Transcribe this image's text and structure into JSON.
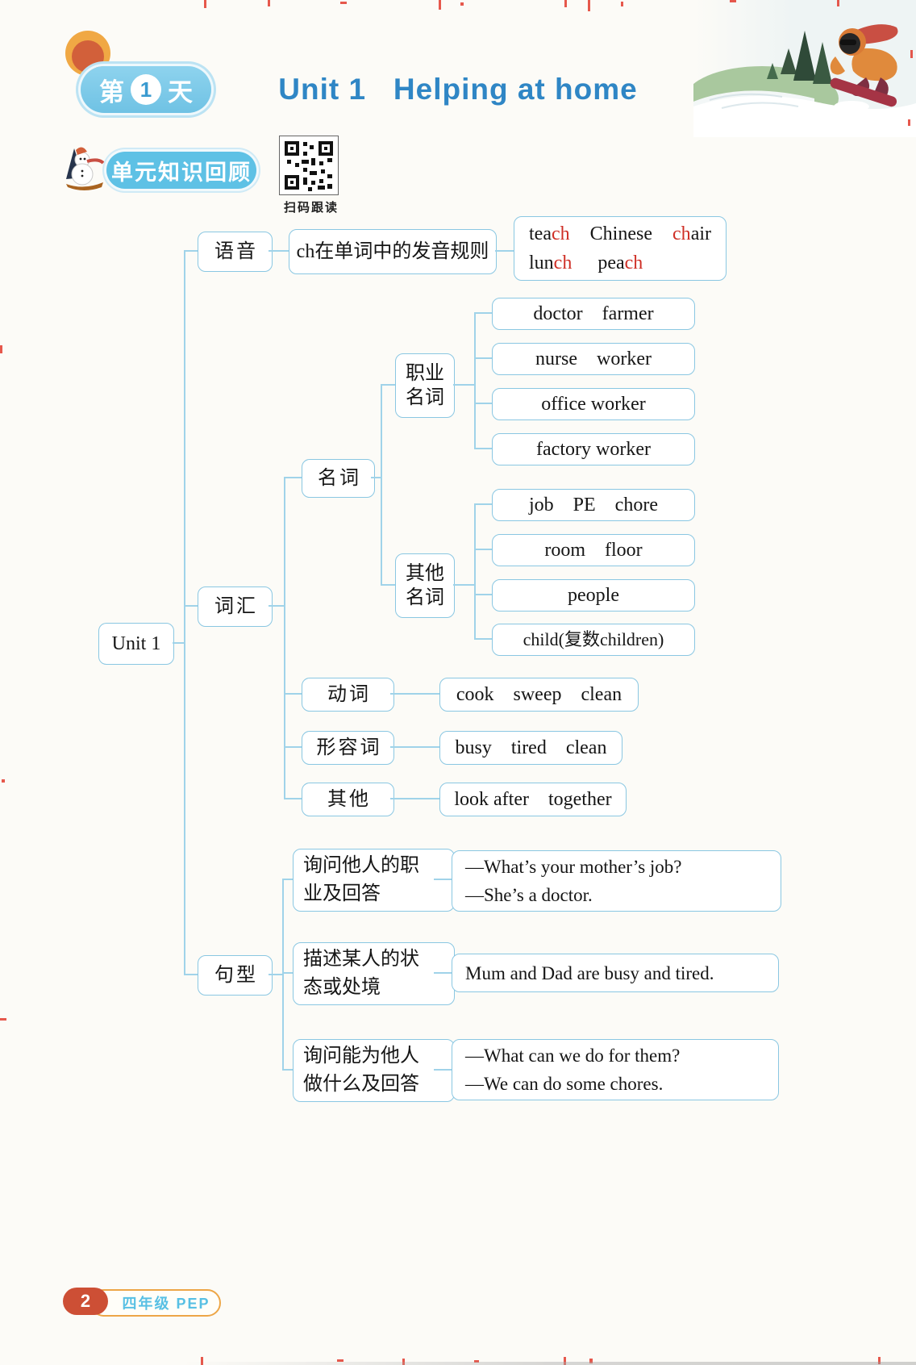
{
  "header": {
    "day_badge": {
      "first": "第",
      "num": "1",
      "last": "天"
    },
    "title": "Unit 1   Helping at home",
    "section_label": "单元知识回顾",
    "qr_caption": "扫码跟读"
  },
  "mindmap": {
    "root": "Unit 1",
    "phonics": {
      "branch": "语音",
      "rule": "ch在单词中的发音规则",
      "line1": [
        {
          "pre": "tea",
          "hl": "ch",
          "post": ""
        },
        {
          "pre": "Chinese",
          "hl": "",
          "post": ""
        },
        {
          "pre": "",
          "hl": "ch",
          "post": "air"
        }
      ],
      "line2": [
        {
          "pre": "lun",
          "hl": "ch",
          "post": ""
        },
        {
          "pre": "pea",
          "hl": "ch",
          "post": ""
        }
      ]
    },
    "vocab": {
      "branch": "词汇",
      "noun": {
        "label": "名词",
        "occupation": {
          "label": "职业\n名词",
          "items": [
            "doctor    farmer",
            "nurse    worker",
            "office worker",
            "factory worker"
          ]
        },
        "other": {
          "label": "其他\n名词",
          "items": [
            "job    PE    chore",
            "room    floor",
            "people",
            "child(复数children)"
          ]
        }
      },
      "verb": {
        "label": "动词",
        "words": "cook    sweep    clean"
      },
      "adjective": {
        "label": "形容词",
        "words": "busy    tired    clean"
      },
      "other": {
        "label": "其他",
        "words": "look after    together"
      }
    },
    "patterns": {
      "branch": "句型",
      "items": [
        {
          "label": "询问他人的职\n业及回答",
          "example": "—What’s your mother’s job?\n—She’s a doctor."
        },
        {
          "label": "描述某人的状\n态或处境",
          "example": "Mum and Dad are busy and tired."
        },
        {
          "label": "询问能为他人\n做什么及回答",
          "example": "—What can we do for them?\n—We can do some chores."
        }
      ]
    }
  },
  "footer": {
    "page_number": "2",
    "edition": "四年级 PEP"
  },
  "colors": {
    "title_blue": "#2f86c5",
    "box_border_blue": "#8ac7e2",
    "highlight_red": "#cf2f26",
    "badge_blue": "#6fc2e4",
    "footer_red": "#cd4f35",
    "footer_orange": "#eda647",
    "footer_text_blue": "#58c0e4"
  }
}
